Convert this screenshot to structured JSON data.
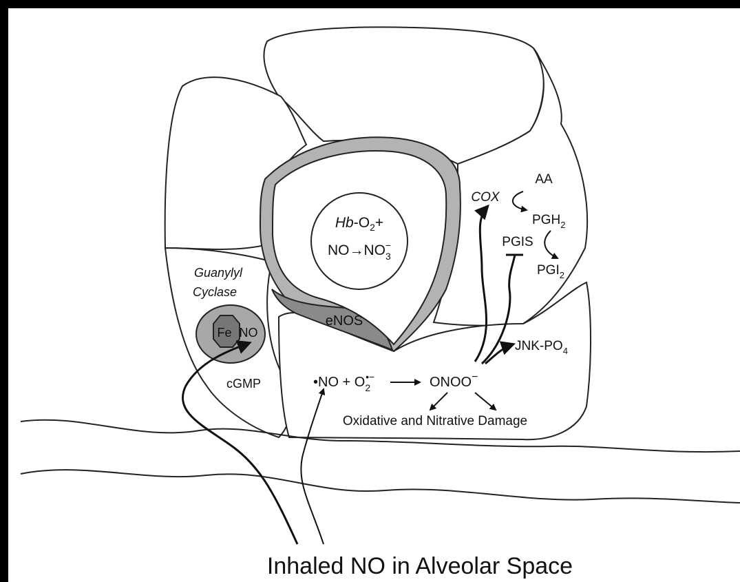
{
  "diagram": {
    "caption": "Inhaled NO in Alveolar Space",
    "capillary": {
      "line1_prefix": "Hb",
      "line1_rest": "-O",
      "line1_sub": "2",
      "line1_plus": "+",
      "line2": "NO",
      "line2_arrow": "→",
      "line2_product": "NO",
      "line2_sub": "3",
      "line2_sup": "−"
    },
    "enos": "eNOS",
    "guanylyl": {
      "line1": "Guanylyl",
      "line2": "Cyclase",
      "fe": "Fe",
      "no": "NO",
      "cgmp": "cGMP"
    },
    "reaction": {
      "radical": "•NO + O",
      "o_sub": "2",
      "o_sup": "•−",
      "arrow": "→",
      "product": "ONOO",
      "product_sup": "−"
    },
    "damage": "Oxidative and Nitrative Damage",
    "jnk": {
      "text": "JNK-PO",
      "sub": "4"
    },
    "cox": "COX",
    "aa": "AA",
    "pgh": {
      "text": "PGH",
      "sub": "2"
    },
    "pgis": "PGIS",
    "pgi": {
      "text": "PGI",
      "sub": "2"
    }
  }
}
